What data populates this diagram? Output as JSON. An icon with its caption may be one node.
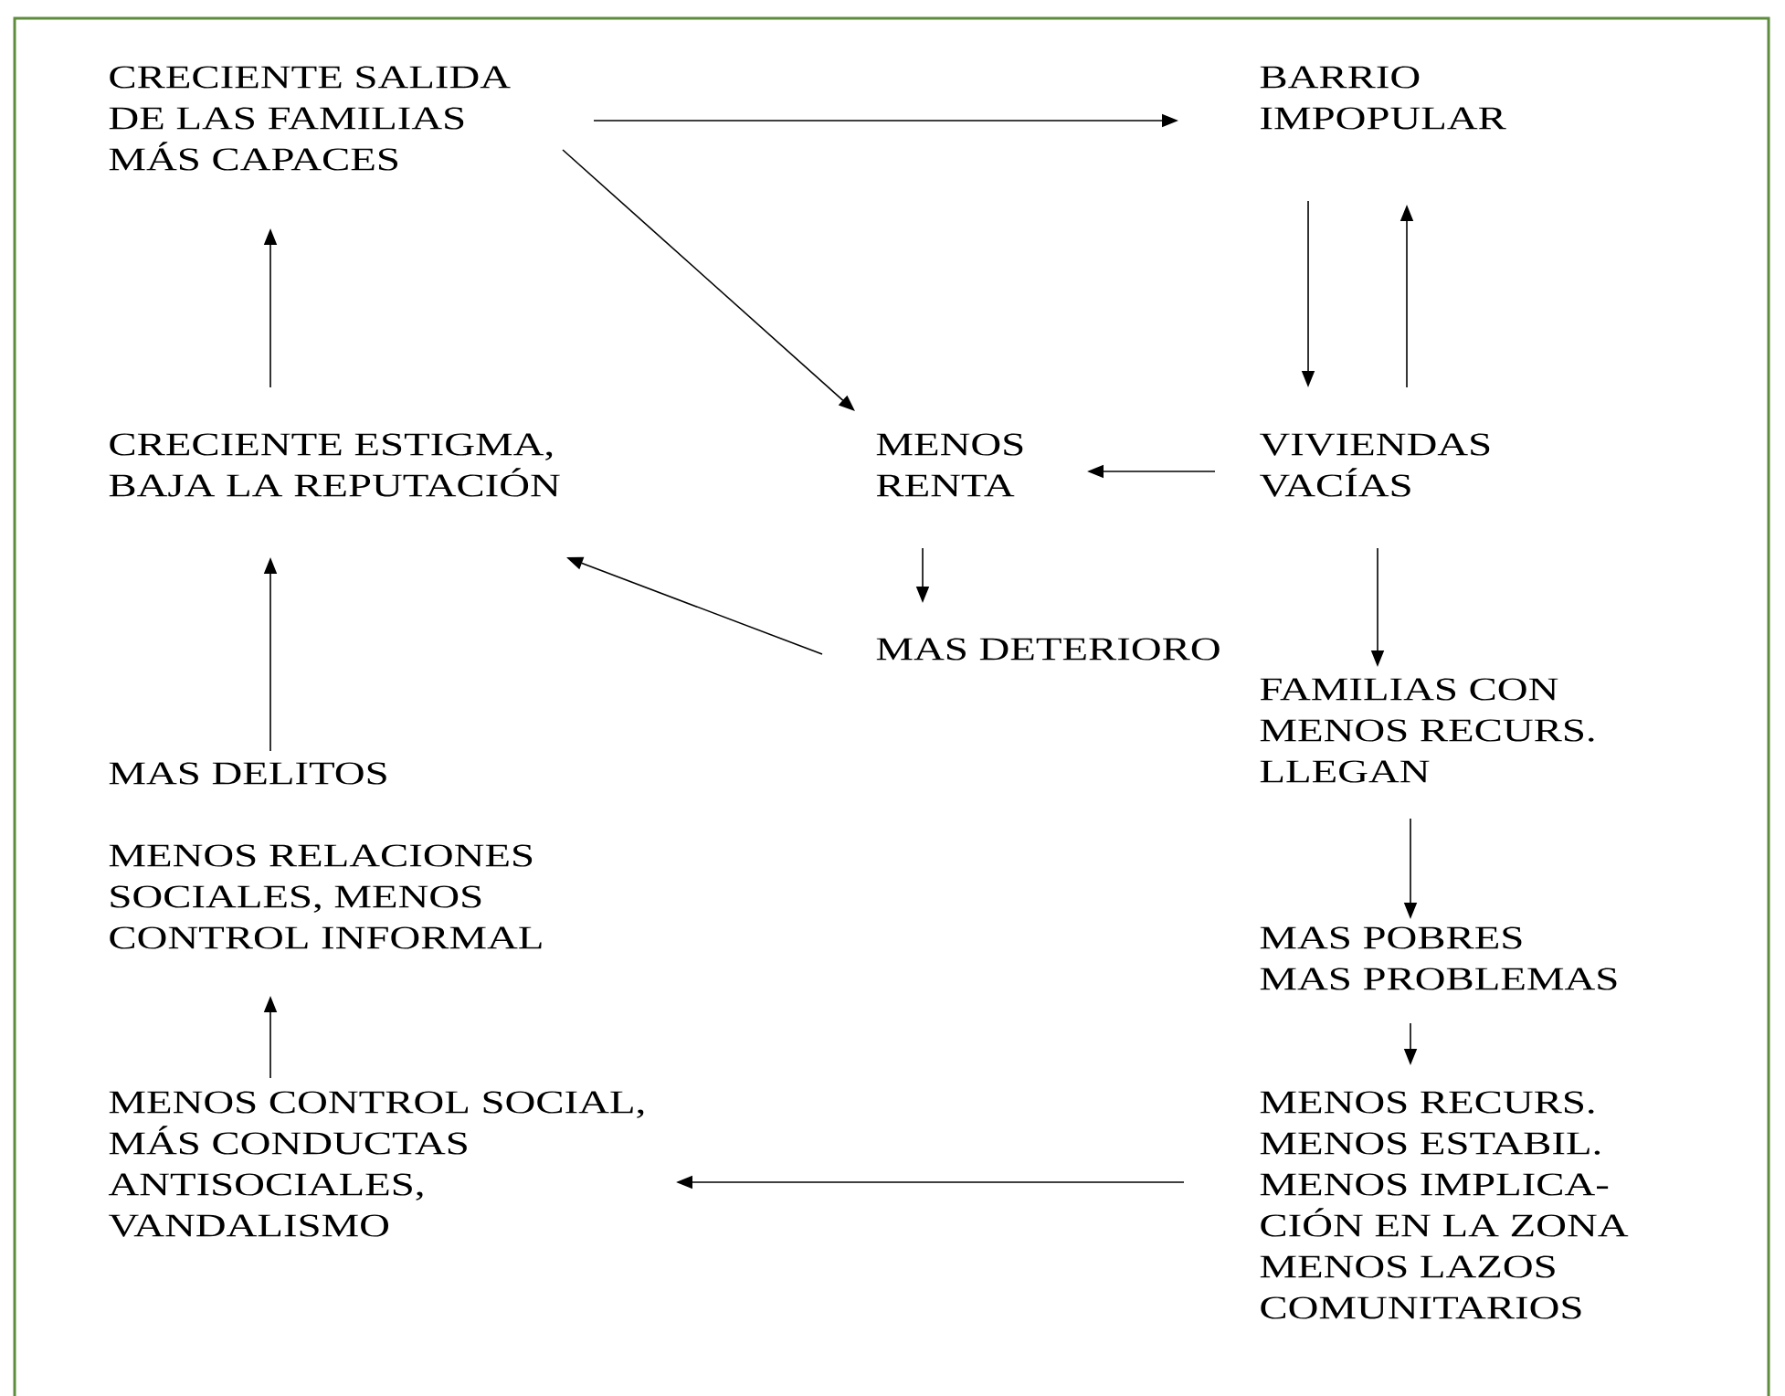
{
  "diagram": {
    "nodes": [
      {
        "text": [
          "CRECIENTE SALIDA DE LAS FAMILIAS MÁS CAPACES"
        ]
      },
      {
        "text": [
          "BARRIO IMPOPULAR"
        ]
      },
      {
        "text": [
          "CRECIENTE ESTIGMA, BAJA LA REPUTACIÓN"
        ]
      },
      {
        "text": [
          "MENOS RENTA"
        ]
      },
      {
        "text": [
          "VIVIENDAS VACÍAS"
        ]
      },
      {
        "text": [
          "MAS DETERIORO"
        ]
      },
      {
        "text": [
          "FAMILIAS CON MENOS RECURS. LLEGAN"
        ]
      },
      {
        "text": [
          "MAS DELITOS"
        ]
      },
      {
        "text": [
          "MENOS RELACIONES SOCIALES, MENOS CONTROL INFORMAL"
        ]
      },
      {
        "text": [
          "MAS POBRES MAS PROBLEMAS"
        ]
      },
      {
        "text": [
          "MENOS CONTROL SOCIAL, MÁS CONDUCTAS ANTISOCIALES, VANDALISMO"
        ]
      },
      {
        "text": [
          "MENOS RECURS. MENOS ESTABIL. MENOS IMPLICA- CIÓN EN LA ZONA MENOS LAZOS COMUNITARIOS"
        ]
      }
    ],
    "edges": [
      {
        "from": 2,
        "to": 0,
        "arrow": "to"
      },
      {
        "from": 0,
        "to": 1,
        "arrow": "to"
      },
      {
        "from": 0,
        "to": 3,
        "arrow": "to"
      },
      {
        "from": 1,
        "to": 4,
        "arrow": "to"
      },
      {
        "from": 4,
        "to": 1,
        "arrow": "to"
      },
      {
        "from": 4,
        "to": 3,
        "arrow": "to"
      },
      {
        "from": 3,
        "to": 5,
        "arrow": "to"
      },
      {
        "from": 5,
        "to": 2,
        "arrow": "to"
      },
      {
        "from": 4,
        "to": 6,
        "arrow": "to"
      },
      {
        "from": 6,
        "to": 9,
        "arrow": "to"
      },
      {
        "from": 9,
        "to": 11,
        "arrow": "to"
      },
      {
        "from": 11,
        "to": 10,
        "arrow": "to"
      },
      {
        "from": 10,
        "to": 8,
        "arrow": "to"
      },
      {
        "from": 7,
        "to": 2,
        "arrow": "to"
      }
    ]
  }
}
